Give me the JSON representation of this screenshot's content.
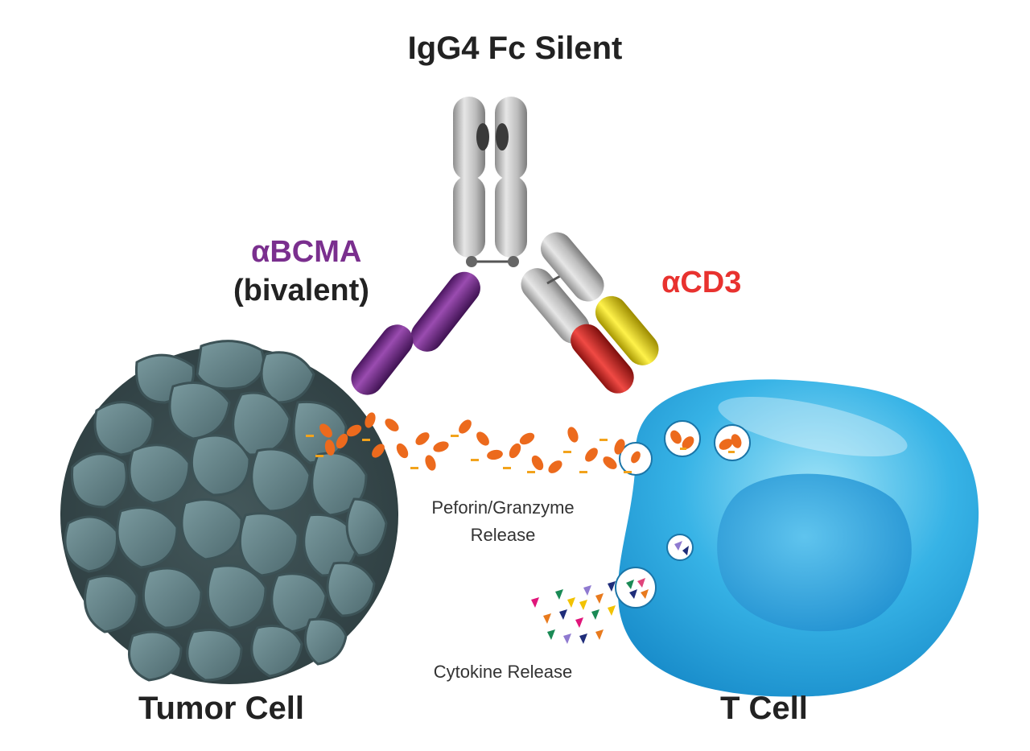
{
  "title": "IgG4 Fc Silent",
  "arm_left_label": "αBCMA",
  "arm_left_sublabel": "(bivalent)",
  "arm_right_label": "αCD3",
  "release_label_line1": "Peforin/Granzyme",
  "release_label_line2": "Release",
  "cytokine_label": "Cytokine Release",
  "tumor_label": "Tumor Cell",
  "tcell_label": "T Cell",
  "colors": {
    "bcma": "#7a2f8e",
    "cd3": "#e8322f",
    "fc": "#b9b9b9",
    "yellow_domain": "#e3d018",
    "red_domain": "#c8221f",
    "tumor": "#5a7a80",
    "tcell": "#2aa4db",
    "granule": "#ec6a1d"
  }
}
